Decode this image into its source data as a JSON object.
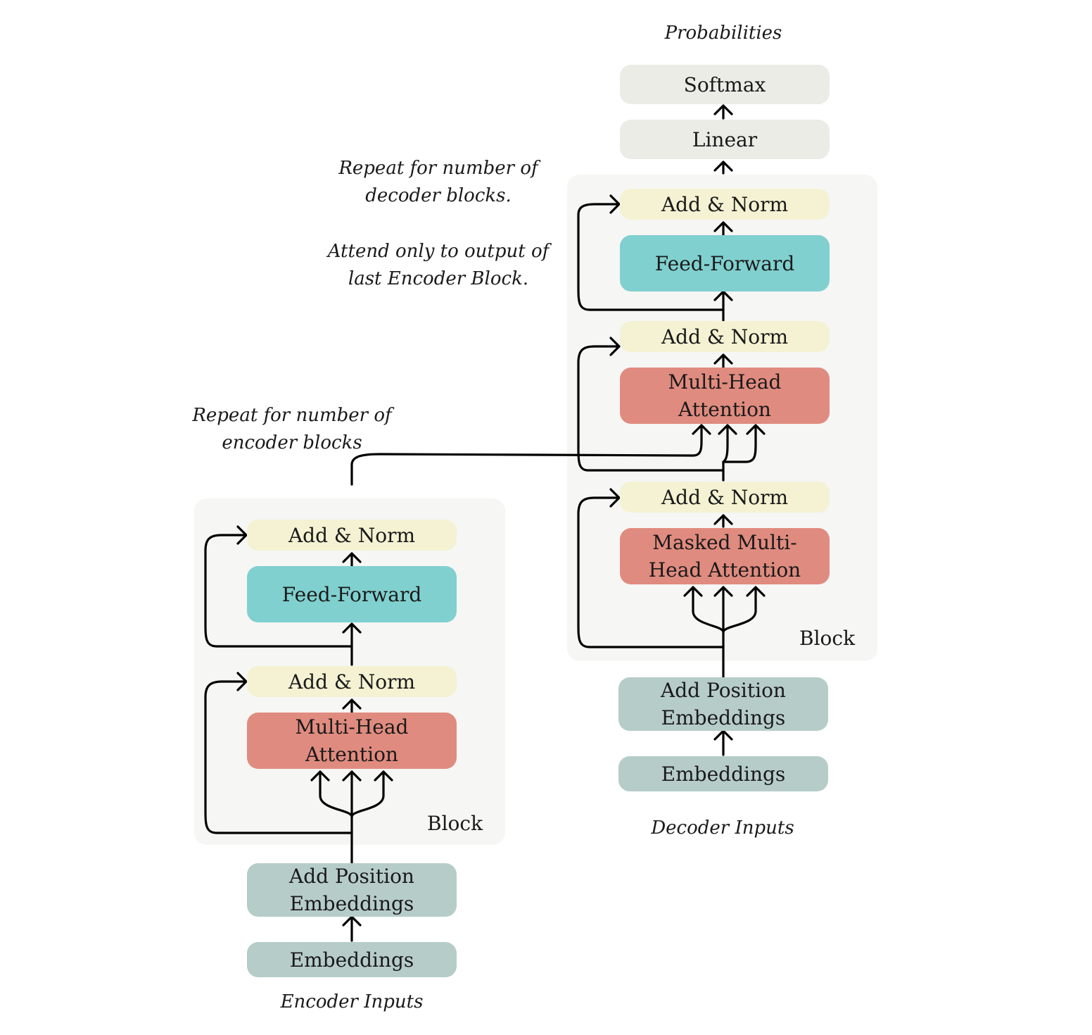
{
  "top_label": "Probabilities",
  "encoder": {
    "block_label": "Block",
    "add_norm_top": "Add & Norm",
    "feed_forward": "Feed-Forward",
    "add_norm_bottom": "Add & Norm",
    "attention": [
      "Multi-Head",
      "Attention"
    ],
    "position_embeddings": [
      "Add Position",
      "Embeddings"
    ],
    "embeddings": "Embeddings",
    "inputs_label": "Encoder Inputs",
    "repeat_note": [
      "Repeat  for number of",
      "encoder blocks"
    ]
  },
  "decoder": {
    "softmax": "Softmax",
    "linear": "Linear",
    "block_label": "Block",
    "add_norm_top": "Add & Norm",
    "feed_forward": "Feed-Forward",
    "add_norm_middle": "Add & Norm",
    "cross_attention": [
      "Multi-Head",
      "Attention"
    ],
    "add_norm_bottom": "Add & Norm",
    "masked_attention": [
      "Masked Multi-",
      "Head Attention"
    ],
    "position_embeddings": [
      "Add Position",
      "Embeddings"
    ],
    "embeddings": "Embeddings",
    "inputs_label": "Decoder Inputs",
    "repeat_note": [
      "Repeat  for number of",
      "decoder blocks."
    ],
    "attend_note": [
      "Attend only to output of",
      "last Encoder Block."
    ]
  },
  "colors": {
    "add_norm": "#f4f2d2",
    "feed_forward": "#80d0cf",
    "attention": "#e08b7f",
    "embeddings": "#b6ccc9",
    "output_layers": "#eaece5",
    "block_background": "#f6f6f4"
  }
}
